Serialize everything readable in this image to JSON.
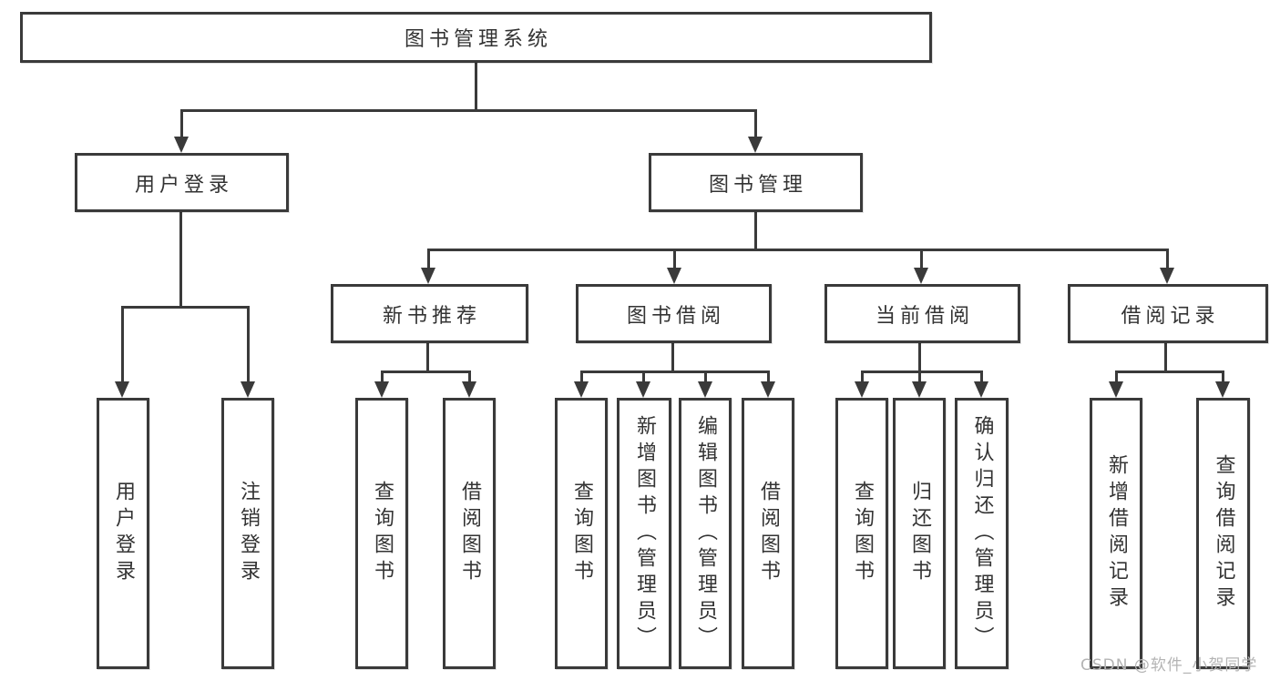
{
  "colors": {
    "line": "#3a3a3a",
    "text": "#333333",
    "background": "#ffffff",
    "watermark_text": "#b4b4b4"
  },
  "tree": {
    "root": {
      "label": "图书管理系统"
    },
    "branches": [
      {
        "label": "用户登录",
        "leaves": [
          {
            "label": "用户登录"
          },
          {
            "label": "注销登录"
          }
        ]
      },
      {
        "label": "图书管理",
        "groups": [
          {
            "label": "新书推荐",
            "leaves": [
              {
                "label": "查询图书"
              },
              {
                "label": "借阅图书"
              }
            ]
          },
          {
            "label": "图书借阅",
            "leaves": [
              {
                "label": "查询图书"
              },
              {
                "label": "新增图书（管理员）"
              },
              {
                "label": "编辑图书（管理员）"
              },
              {
                "label": "借阅图书"
              }
            ]
          },
          {
            "label": "当前借阅",
            "leaves": [
              {
                "label": "查询图书"
              },
              {
                "label": "归还图书"
              },
              {
                "label": "确认归还（管理员）"
              }
            ]
          },
          {
            "label": "借阅记录",
            "leaves": [
              {
                "label": "新增借阅记录"
              },
              {
                "label": "查询借阅记录"
              }
            ]
          }
        ]
      }
    ]
  },
  "watermark": {
    "label": "CSDN @软件_小贺同学"
  }
}
